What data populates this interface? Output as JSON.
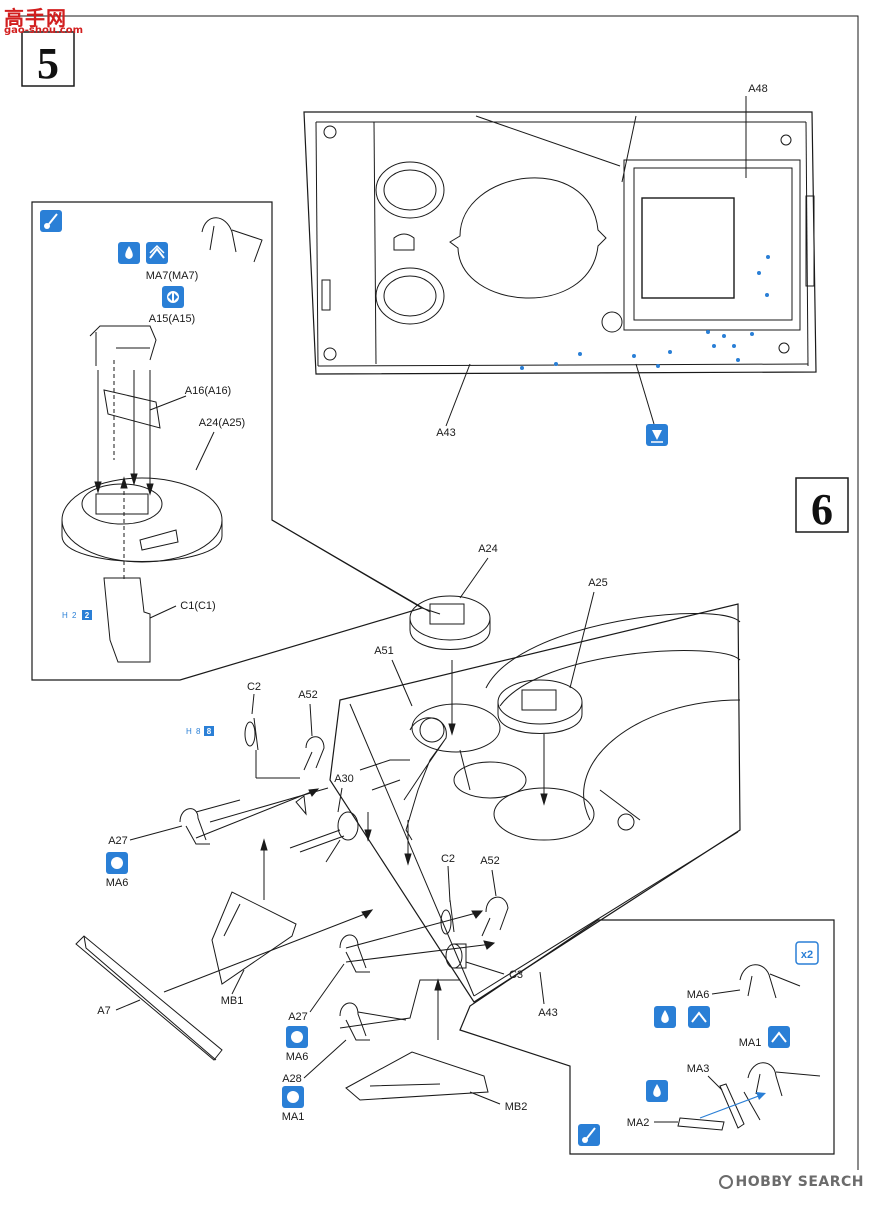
{
  "watermark_top": {
    "chars": "高手网",
    "sub": "gao-shou.com"
  },
  "watermark_bottom": "HOBBY SEARCH",
  "steps": {
    "step5": "5",
    "step6": "6"
  },
  "labels": {
    "A48": "A48",
    "A43_top": "A43",
    "MA7": "MA7(MA7)",
    "A15": "A15(A15)",
    "A16": "A16(A16)",
    "A24_inset": "A24(A25)",
    "C1": "C1(C1)",
    "A24": "A24",
    "A25": "A25",
    "A51": "A51",
    "C2_a": "C2",
    "A52_a": "A52",
    "A30": "A30",
    "A27_a": "A27",
    "MA6_a": "MA6",
    "A7": "A7",
    "MB1": "MB1",
    "C2_b": "C2",
    "A52_b": "A52",
    "C3": "C3",
    "A43": "A43",
    "A27_b": "A27",
    "MA6_b": "MA6",
    "A28": "A28",
    "MA1_b": "MA1",
    "MB2": "MB2",
    "MA6_c": "MA6",
    "MA1_c": "MA1",
    "MA3": "MA3",
    "MA2": "MA2",
    "x2": "x2"
  },
  "color_hints": {
    "h2": {
      "prefix": "H",
      "num": "2",
      "code": "2"
    },
    "h8": {
      "prefix": "H",
      "num": "8",
      "code": "8"
    }
  },
  "colors": {
    "accent": "#2a7fd6",
    "line": "#1a1a1a",
    "watermark": "#d21f1f"
  },
  "icons": [
    "paint-icon",
    "glue-icon",
    "bend-icon",
    "pe-part-icon",
    "drill-hole-icon"
  ]
}
